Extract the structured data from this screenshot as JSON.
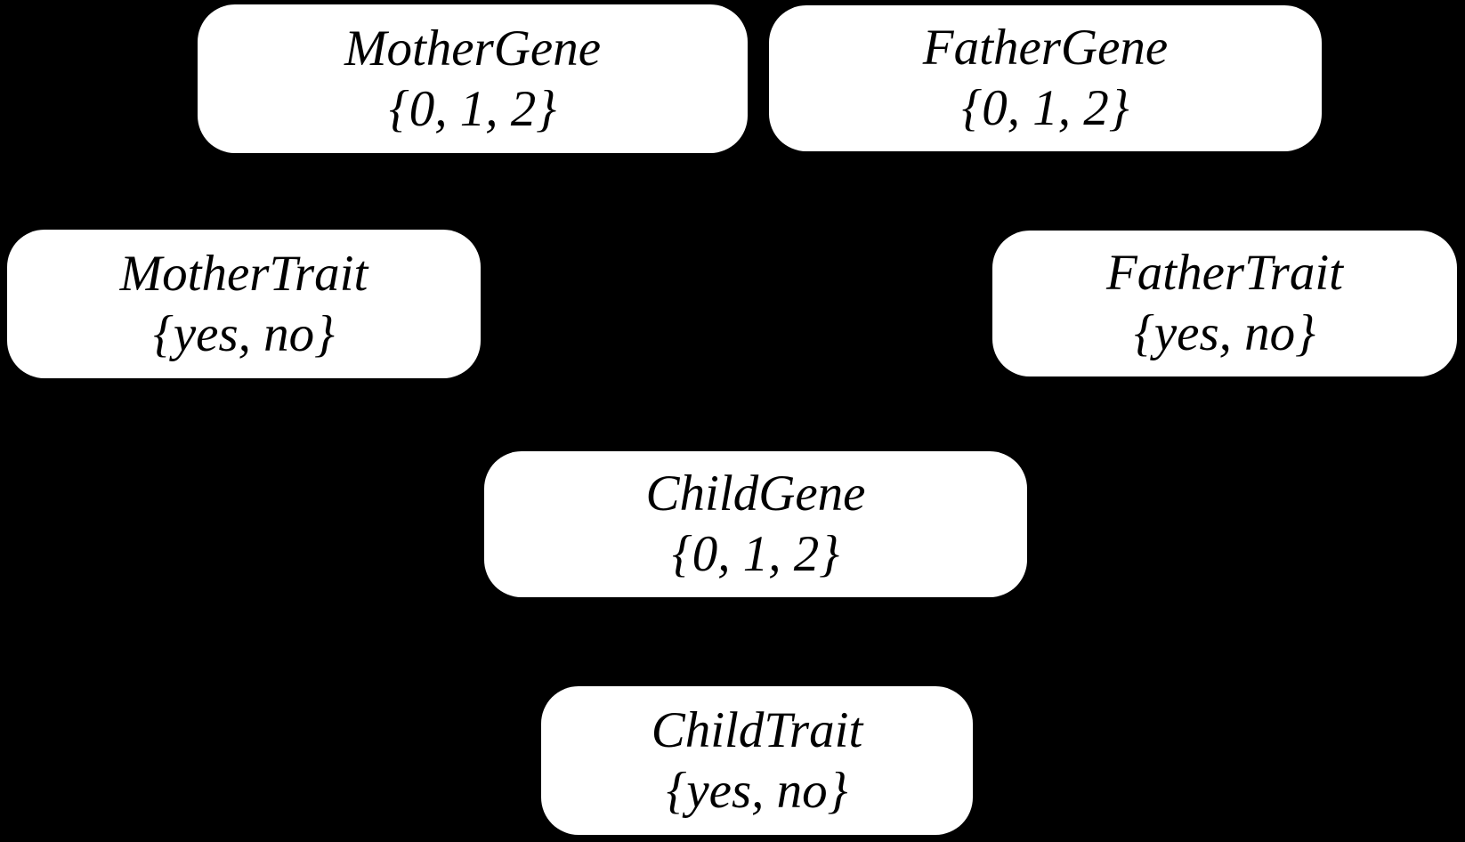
{
  "diagram": {
    "type": "bayesian-network",
    "background_color": "#000000",
    "node_fill_color": "#ffffff",
    "node_text_color": "#000000",
    "visible_edges": [],
    "nodes": [
      {
        "id": "mother-gene",
        "name": "MotherGene",
        "domain": "{0, 1, 2}"
      },
      {
        "id": "father-gene",
        "name": "FatherGene",
        "domain": "{0, 1, 2}"
      },
      {
        "id": "mother-trait",
        "name": "MotherTrait",
        "domain": "{yes, no}"
      },
      {
        "id": "father-trait",
        "name": "FatherTrait",
        "domain": "{yes, no}"
      },
      {
        "id": "child-gene",
        "name": "ChildGene",
        "domain": "{0, 1, 2}"
      },
      {
        "id": "child-trait",
        "name": "ChildTrait",
        "domain": "{yes, no}"
      }
    ]
  }
}
